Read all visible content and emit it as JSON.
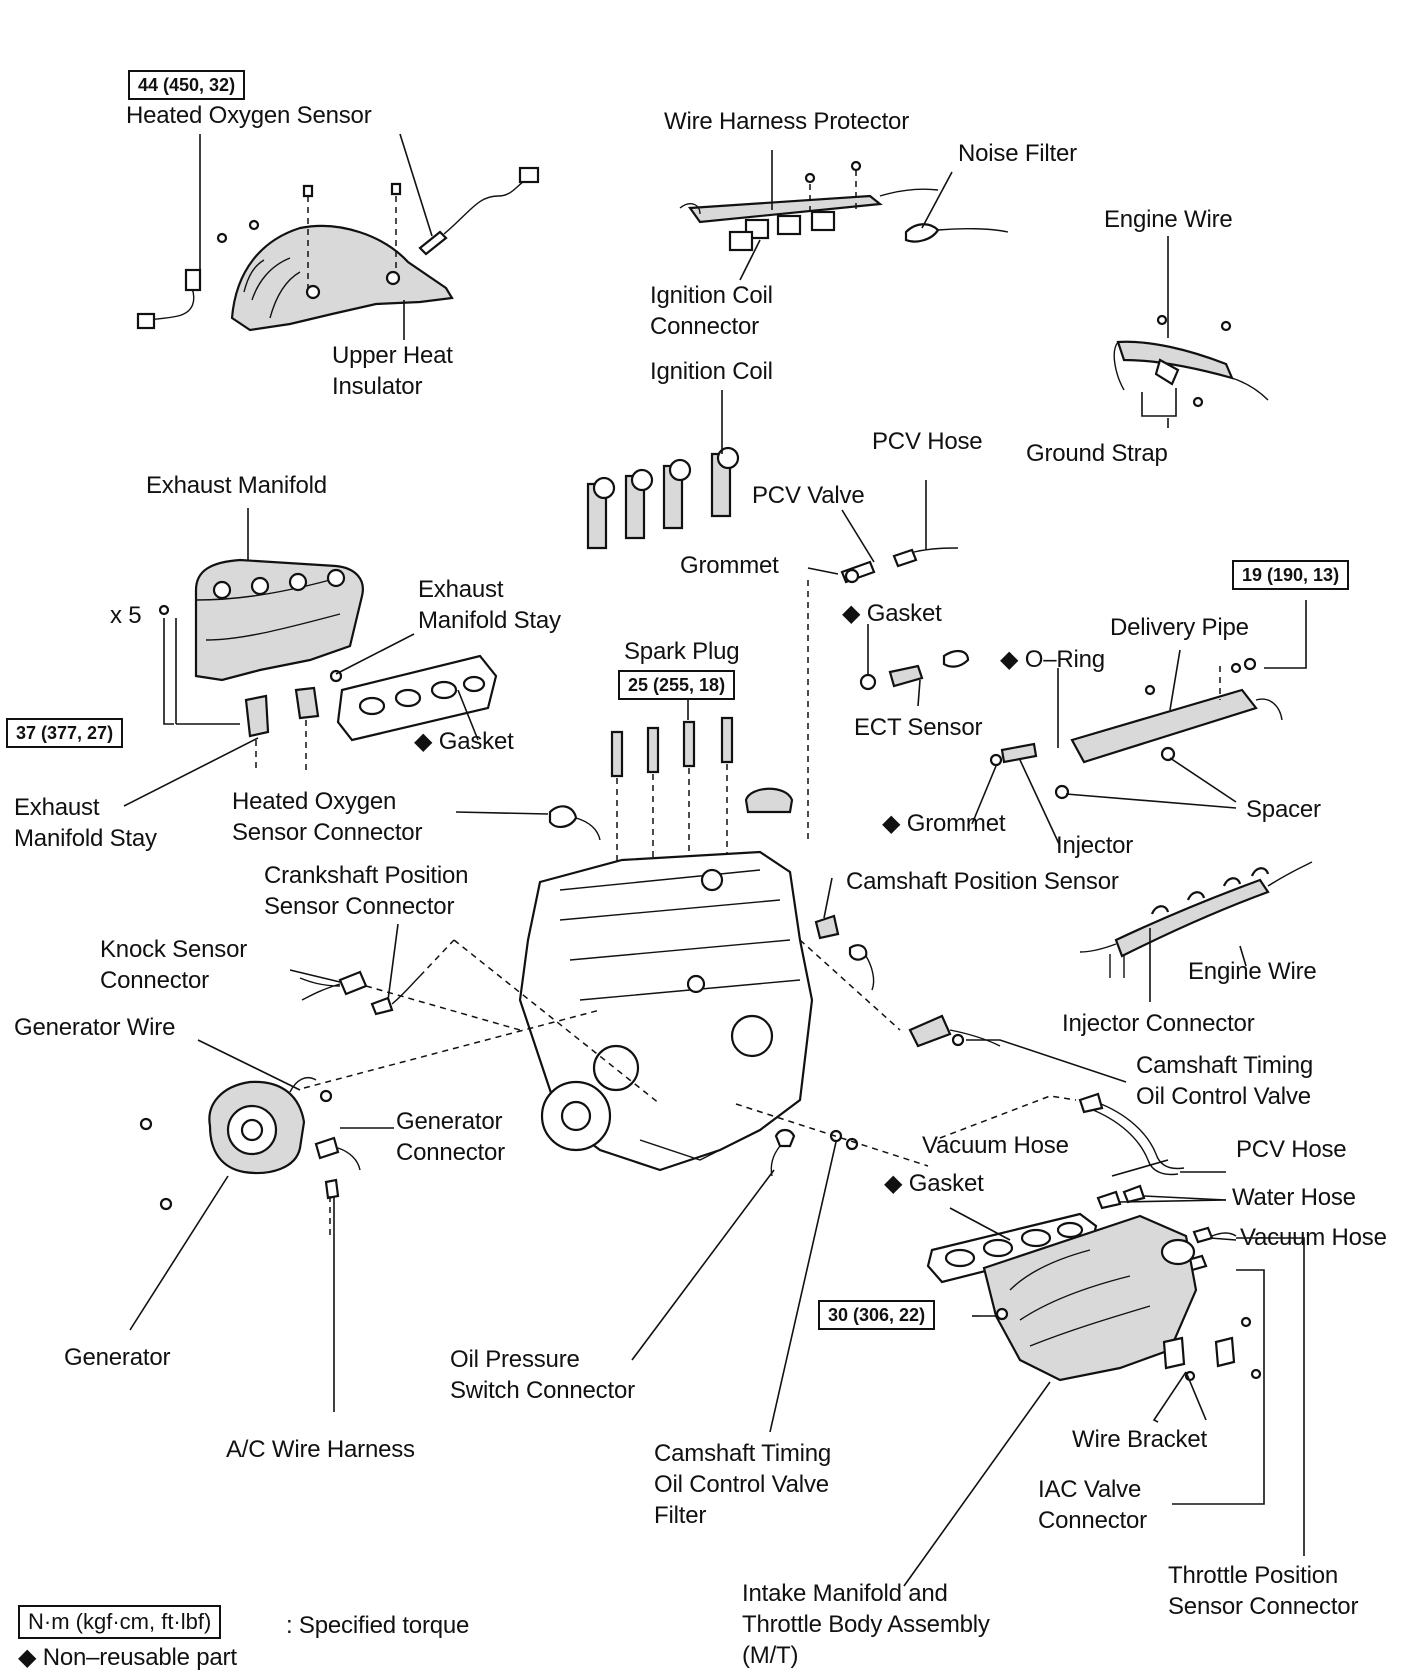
{
  "torque_specs": {
    "heated_oxygen_sensor": "44 (450, 32)",
    "delivery_pipe": "19 (190, 13)",
    "spark_plug": "25 (255, 18)",
    "exhaust_manifold": "37 (377, 27)",
    "intake_manifold": "30 (306, 22)"
  },
  "labels": {
    "heated_oxygen_sensor": "Heated Oxygen Sensor",
    "wire_harness_protector": "Wire Harness Protector",
    "noise_filter": "Noise Filter",
    "engine_wire_top": "Engine Wire",
    "ignition_coil_connector": "Ignition Coil\nConnector",
    "upper_heat_insulator": "Upper Heat\nInsulator",
    "ignition_coil": "Ignition Coil",
    "pcv_hose_top": "PCV Hose",
    "ground_strap": "Ground Strap",
    "exhaust_manifold": "Exhaust Manifold",
    "pcv_valve": "PCV Valve",
    "grommet_top": "Grommet",
    "gasket_pcv": "◆ Gasket",
    "exhaust_manifold_stay_top": "Exhaust\nManifold Stay",
    "x5": "x 5",
    "spark_plug": "Spark Plug",
    "delivery_pipe": "Delivery Pipe",
    "o_ring": "◆ O–Ring",
    "ect_sensor": "ECT Sensor",
    "gasket_exhaust": "◆ Gasket",
    "exhaust_manifold_stay_bottom": "Exhaust\nManifold Stay",
    "heated_oxygen_sensor_connector": "Heated Oxygen\nSensor Connector",
    "spacer": "Spacer",
    "grommet_injector": "◆ Grommet",
    "injector": "Injector",
    "crankshaft_position_sensor_connector": "Crankshaft Position\nSensor Connector",
    "camshaft_position_sensor": "Camshaft Position Sensor",
    "knock_sensor_connector": "Knock Sensor\nConnector",
    "engine_wire_right": "Engine Wire",
    "generator_wire": "Generator Wire",
    "injector_connector": "Injector Connector",
    "camshaft_timing_ocv": "Camshaft Timing\nOil Control Valve",
    "generator_connector": "Generator\nConnector",
    "vacuum_hose_mid": "Vacuum Hose",
    "pcv_hose_right": "PCV Hose",
    "gasket_intake": "◆ Gasket",
    "water_hose": "Water Hose",
    "vacuum_hose_right": "Vacuum Hose",
    "generator": "Generator",
    "oil_pressure_switch_connector": "Oil Pressure\nSwitch Connector",
    "wire_bracket": "Wire Bracket",
    "ac_wire_harness": "A/C Wire Harness",
    "camshaft_timing_ocv_filter": "Camshaft Timing\nOil Control Valve\nFilter",
    "iac_valve_connector": "IAC Valve\nConnector",
    "intake_manifold_assembly": "Intake Manifold and\nThrottle Body Assembly\n(M/T)",
    "throttle_position_sensor_connector": "Throttle Position\nSensor Connector"
  },
  "legend": {
    "torque_unit": "N·m (kgf·cm, ft·lbf)",
    "torque_text": ": Specified torque",
    "non_reusable": "◆ Non–reusable part"
  }
}
